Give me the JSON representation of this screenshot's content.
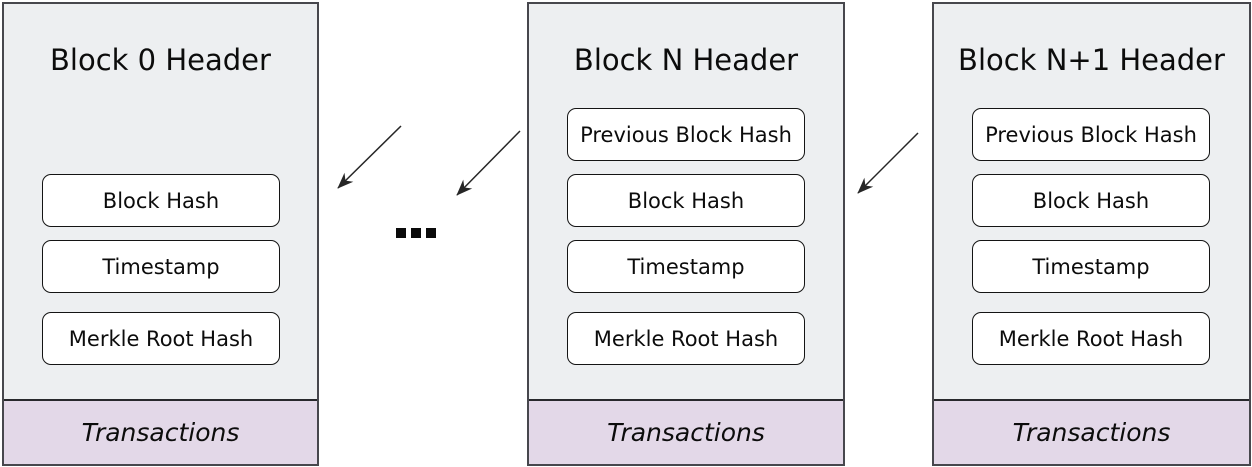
{
  "blocks": [
    {
      "title": "Block 0 Header",
      "fields": [
        "Block Hash",
        "Timestamp",
        "Merkle Root Hash"
      ],
      "footer": "Transactions"
    },
    {
      "title": "Block N Header",
      "fields": [
        "Previous Block Hash",
        "Block Hash",
        "Timestamp",
        "Merkle Root Hash"
      ],
      "footer": "Transactions"
    },
    {
      "title": "Block N+1 Header",
      "fields": [
        "Previous Block Hash",
        "Block Hash",
        "Timestamp",
        "Merkle Root Hash"
      ],
      "footer": "Transactions"
    }
  ],
  "ellipsis": "...",
  "colors": {
    "block_background": "#edeff1",
    "block_border": "#47474d",
    "field_background": "#ffffff",
    "field_border": "#141414",
    "footer_background": "#e3d8e8",
    "arrow": "#262626",
    "text": "#0c0c0c"
  }
}
